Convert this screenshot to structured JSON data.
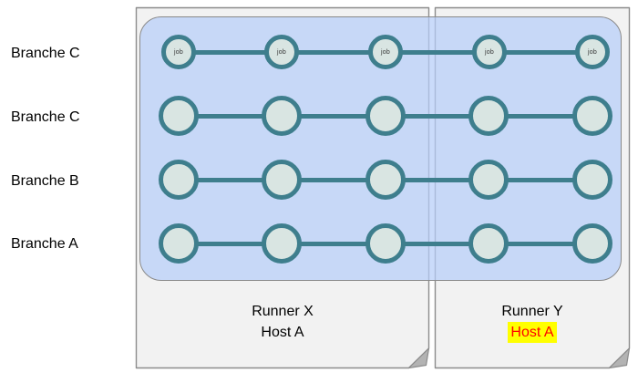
{
  "branches": [
    {
      "label": "Branche C"
    },
    {
      "label": "Branche C"
    },
    {
      "label": "Branche B"
    },
    {
      "label": "Branche A"
    }
  ],
  "pipeline": {
    "job_label": "job",
    "nodes_per_row": 5
  },
  "runners": [
    {
      "name": "Runner X",
      "host": "Host A",
      "host_highlighted": false
    },
    {
      "name": "Runner Y",
      "host": "Host A",
      "host_highlighted": true
    }
  ],
  "colors": {
    "node_stroke": "#3e7e8d",
    "node_fill": "#d9e5e2",
    "lane_fill": "#b5cdf8",
    "note_fill": "#f2f2f2",
    "note_border": "#8c8c8c",
    "fold_fill": "#b3b3b3",
    "highlight_bg": "#ffff00",
    "highlight_text": "#ff0000"
  }
}
